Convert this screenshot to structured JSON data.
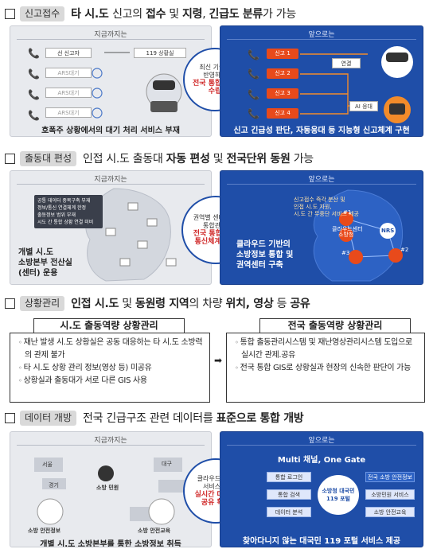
{
  "sections": [
    {
      "tag": "신고접수",
      "heading_parts": [
        "타 시.도 ",
        "신고의 ",
        "접수",
        " 및 ",
        "지령",
        ", ",
        "긴급도 분류",
        "가 가능"
      ],
      "left": {
        "title": "지금까지는",
        "caller_label": "선 신고자",
        "ars_labels": [
          "ARS대기",
          "ARS대기",
          "ARS대기"
        ],
        "center_label": "119 상황실",
        "caption": "호폭주 상황에서의 대기 처리 서비스 부재"
      },
      "bridge": {
        "line1": "최신 기술을",
        "line2": "반영하여",
        "line3": "전국 통합 모델",
        "line4": "수립"
      },
      "right": {
        "title": "앞으로는",
        "reports": [
          "신고 1",
          "신고 2",
          "신고 3",
          "신고 4"
        ],
        "connect_label": "연결",
        "ai_label": "AI 응대",
        "caption": "신고 긴급성 판단, 자동응대 등 지능형 신고체계 구현"
      }
    },
    {
      "tag": "출동대 편성",
      "heading_parts": [
        "인접 시.도 ",
        "출동대 ",
        "자동 편성",
        " 및 ",
        "전국단위 동원",
        " 가능"
      ],
      "left": {
        "title": "지금까지는",
        "notes": [
          "공통 데이터 중복구축 부재",
          "정보/통신 연결체계 한정",
          "출동정보 범위 부재",
          "시도 간 통합 상황 연결 미비"
        ],
        "caption_lines": [
          "개별 시.도",
          "소방본부 전산실",
          "(센터) 운용"
        ]
      },
      "bridge": {
        "line1": "권역별 센터 중심",
        "line2": "통합관 및",
        "line3": "전국 통합 GIS",
        "line4": "통신체계 구축"
      },
      "right": {
        "title": "앞으로는",
        "info": [
          "신고접수 즉각 분산 및",
          "인접 시.도 자원,",
          "시.도 간 무중단 서비스 제공"
        ],
        "nodes": [
          "클라우드센터",
          "소방청",
          "NRS",
          "#1",
          "#2",
          "#3"
        ],
        "caption_lines": [
          "클라우드 기반의",
          "소방정보 통합 및",
          "권역센터 구축"
        ]
      }
    },
    {
      "tag": "상황관리",
      "heading_parts": [
        "인접 시.도",
        " 및 ",
        "동원령 ",
        "지역",
        "의 차량 ",
        "위치, 영상",
        " 등 ",
        "공유"
      ],
      "left_title": "시.도 출동역량 상황관리",
      "left_items": [
        "재난 발생 시.도 상황실은 공동 대응하는 타 시.도 소방력의 관제 불가",
        "타 시.도 상황 관리 정보(영상 등) 미공유",
        "상황실과 출동대가 서로 다른 GIS 사용"
      ],
      "arrow": "➡",
      "right_title": "전국 출동역량 상황관리",
      "right_items": [
        "통합 출동관리시스템 및 재난영상관리시스템 도입으로 실시간 관제.공유",
        "전국 통합 GIS로 상황실과 현장의 신속한 판단이 가능"
      ]
    },
    {
      "tag": "데이터 개방",
      "heading_parts": [
        "전국 긴급구조 관련 데이터를 ",
        "표준으로 통합 개방"
      ],
      "left": {
        "title": "지금까지는",
        "labels": [
          "서울",
          "소방 민원",
          "경기",
          "대구",
          "소방 안전정보",
          "소방 안전교육"
        ],
        "caption": "개별 시.도 소방본부를 통한 소방정보 취득"
      },
      "bridge": {
        "line1": "클라우드 기반",
        "line2": "서비스 및",
        "line3": "실시간 데이터",
        "line4": "공유 확대"
      },
      "right": {
        "title": "앞으로는",
        "gate_label": "Multi 채널, One Gate",
        "services": [
          "통합 로그인",
          "통합 검색",
          "데이터 분석",
          "소방청 대국민 119 포털",
          "전국 소방 안전정보",
          "소방민원 서비스",
          "소방 안전교육"
        ],
        "caption": "찾아다니지 않는 대국민 119 포털 서비스 제공"
      }
    }
  ],
  "colors": {
    "accent_blue": "#1f4ea8",
    "accent_orange": "#e84a1b",
    "panel_grey": "#e8eaee"
  }
}
